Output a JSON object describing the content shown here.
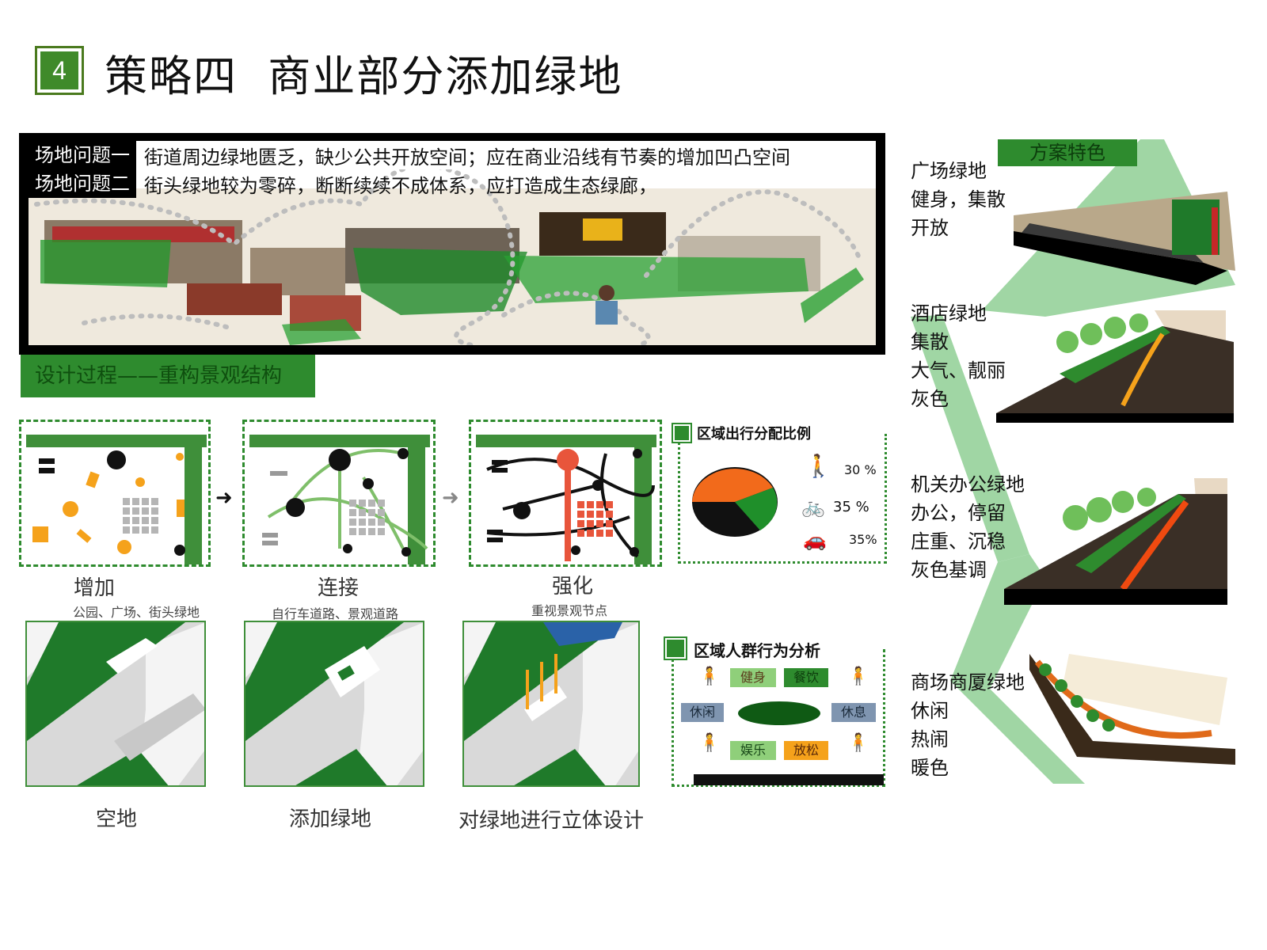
{
  "header": {
    "number": "4",
    "title": "策略四  商业部分添加绿地"
  },
  "problems": [
    {
      "label": "场地问题一",
      "text": "街道周边绿地匮乏，缺少公共开放空间；应在商业沿线有节奏的增加凹凸空间"
    },
    {
      "label": "场地问题二",
      "text": "街头绿地较为零碎，断断续续不成体系，应打造成生态绿廊，"
    }
  ],
  "process": {
    "heading": "设计过程——重构景观结构",
    "steps": [
      {
        "title": "增加",
        "sub": "公园、广场、街头绿地"
      },
      {
        "title": "连接",
        "sub": "自行车道路、景观道路"
      },
      {
        "title": "强化",
        "sub": "重视景观节点"
      }
    ],
    "bottom": [
      "空地",
      "添加绿地",
      "对绿地进行立体设计"
    ]
  },
  "travel": {
    "title": "区域出行分配比例",
    "items": [
      {
        "icon": "walk-icon",
        "value": "30 %"
      },
      {
        "icon": "bike-icon",
        "value": "35 %"
      },
      {
        "icon": "car-icon",
        "value": "35%"
      }
    ],
    "colors": {
      "walk": "#1f8f2a",
      "bike": "#f26a1b",
      "car": "#111111"
    }
  },
  "behavior": {
    "title": "区域人群行为分析",
    "tags": [
      "健身",
      "餐饮",
      "休闲",
      "休息",
      "娱乐",
      "放松"
    ]
  },
  "features": {
    "tag": "方案特色",
    "items": [
      {
        "lines": [
          "广场绿地",
          "健身，集散",
          "开放"
        ]
      },
      {
        "lines": [
          "酒店绿地",
          "集散",
          "大气、靓丽",
          "灰色"
        ]
      },
      {
        "lines": [
          "机关办公绿地",
          "办公，停留",
          "庄重、沉稳",
          "灰色基调"
        ]
      },
      {
        "lines": [
          "商场商厦绿地",
          "休闲",
          "热闹",
          "暖色"
        ]
      }
    ]
  },
  "colors": {
    "accent_green": "#2e8b2e",
    "orange": "#f5a21b",
    "red": "#e8553b"
  }
}
